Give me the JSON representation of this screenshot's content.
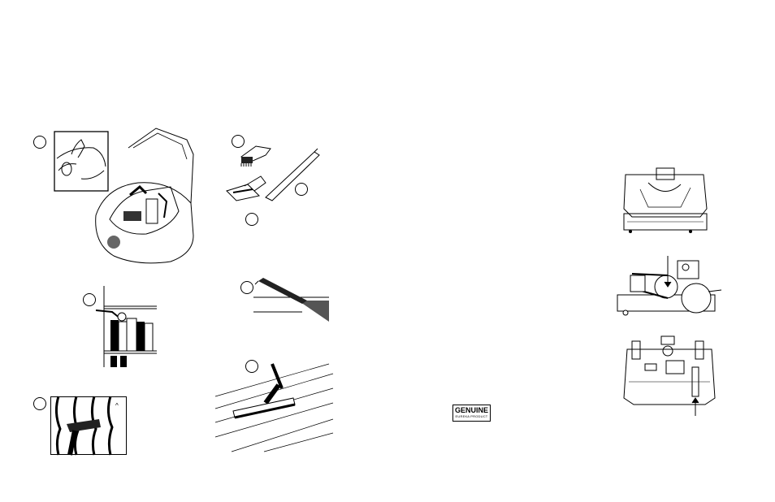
{
  "figures": [
    {
      "name": "canister-open-lid",
      "marker": ""
    },
    {
      "name": "attachment-tools",
      "marker": ""
    },
    {
      "name": "bookshelf-dusting",
      "marker": ""
    },
    {
      "name": "crevice-tool-corner",
      "marker": ""
    },
    {
      "name": "drapery-cleaning",
      "marker": ""
    },
    {
      "name": "floor-brush-hardwood",
      "marker": ""
    },
    {
      "name": "power-nozzle-underside",
      "marker": ""
    },
    {
      "name": "power-nozzle-belt",
      "marker": ""
    },
    {
      "name": "power-nozzle-bottom-arrow",
      "marker": ""
    }
  ],
  "badge": {
    "line1": "GENUINE",
    "line2": "EUREKA PRODUCT"
  },
  "icons": {
    "step-circle": "empty-circle-marker",
    "arrow": "up-arrow"
  }
}
